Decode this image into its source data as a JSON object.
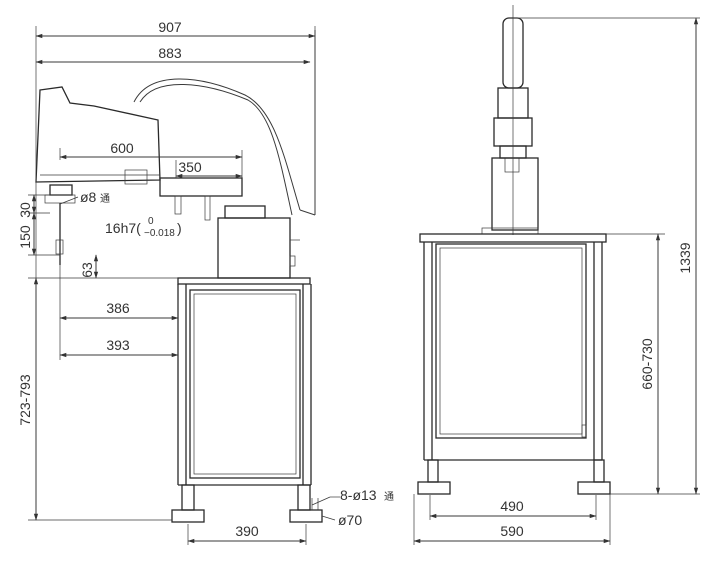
{
  "dims": {
    "d907": "907",
    "d883": "883",
    "d600": "600",
    "d350": "350",
    "d30": "30",
    "d150": "150",
    "d8": "ø8",
    "d8sub": "通",
    "tol": "16h7(",
    "tolUp": "0",
    "tolDown": "−0.018",
    "tolClose": ")",
    "d63": "63",
    "d386": "386",
    "d393": "393",
    "d723": "723-793",
    "d8x13": "8-ø13",
    "d8x13sub": "通",
    "d70": "ø70",
    "d390": "390",
    "d1339": "1339",
    "d660": "660-730",
    "d490": "490",
    "d590": "590"
  }
}
